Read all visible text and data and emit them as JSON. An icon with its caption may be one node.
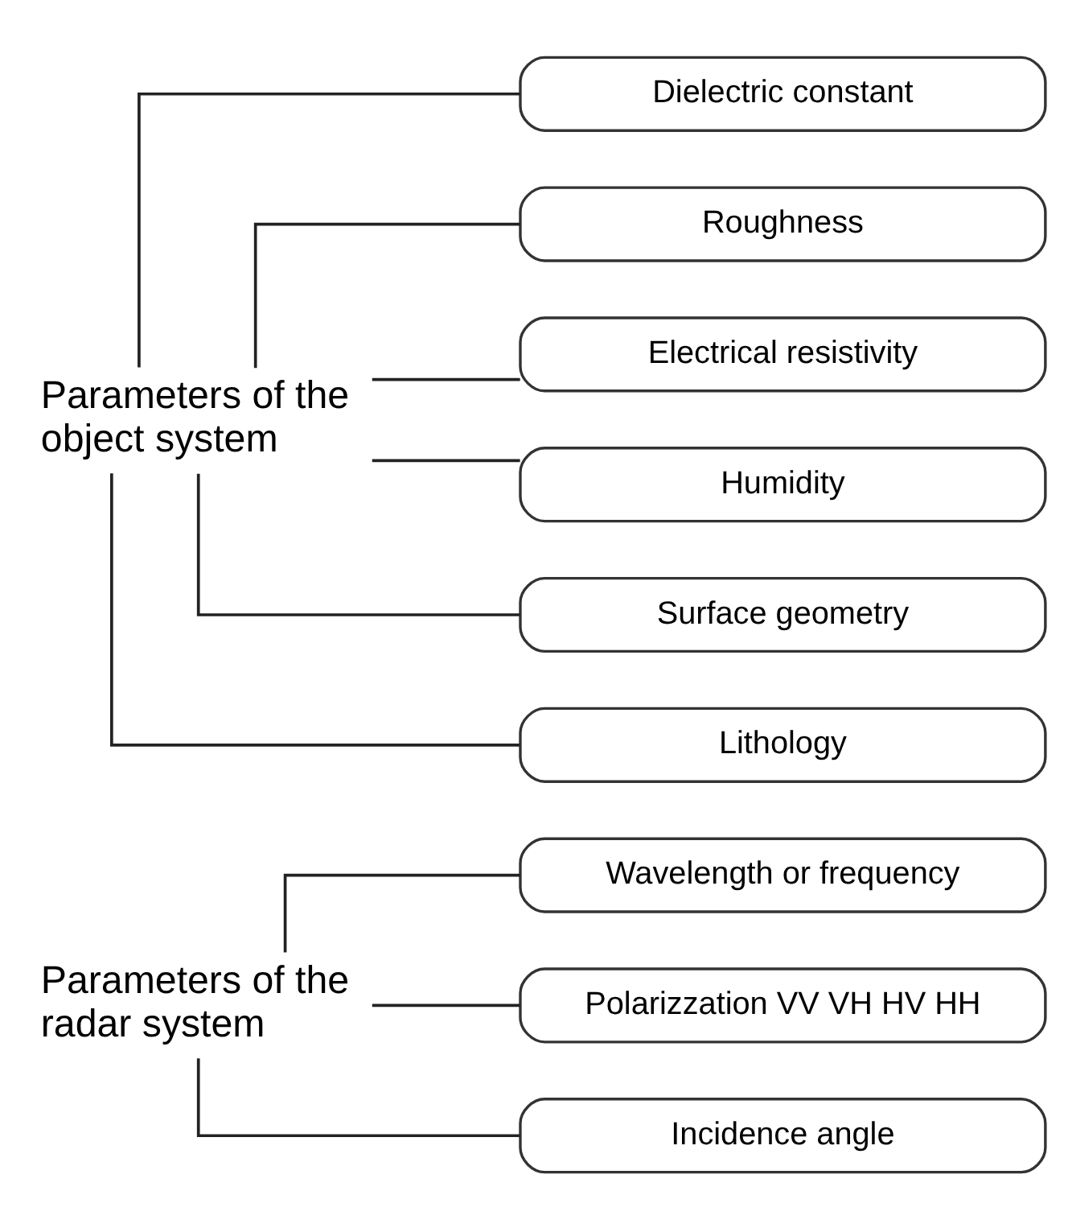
{
  "diagram": {
    "nodes": [
      {
        "text": [
          "Parameters of the radar system"
        ]
      },
      {
        "text": [
          "Wavelength or frequency"
        ]
      },
      {
        "text": [
          "Polarizzation VV VH HV HH"
        ]
      },
      {
        "text": [
          "Incidence angle"
        ]
      },
      {
        "text": [
          "Parameters of the object system"
        ]
      },
      {
        "text": [
          "Dielectric constant"
        ]
      },
      {
        "text": [
          "Roughness"
        ]
      },
      {
        "text": [
          "Electrical resistivity"
        ]
      },
      {
        "text": [
          "Humidity"
        ]
      },
      {
        "text": [
          "Surface geometry"
        ]
      },
      {
        "text": [
          "Lithology"
        ]
      }
    ],
    "edges": [
      {
        "from": 0,
        "to": 1,
        "arrow": "none"
      },
      {
        "from": 0,
        "to": 2,
        "arrow": "none"
      },
      {
        "from": 0,
        "to": 3,
        "arrow": "none"
      },
      {
        "from": 4,
        "to": 5,
        "arrow": "none"
      },
      {
        "from": 4,
        "to": 6,
        "arrow": "none"
      },
      {
        "from": 4,
        "to": 7,
        "arrow": "none"
      },
      {
        "from": 4,
        "to": 8,
        "arrow": "none"
      },
      {
        "from": 4,
        "to": 9,
        "arrow": "none"
      },
      {
        "from": 4,
        "to": 10,
        "arrow": "none"
      }
    ]
  }
}
